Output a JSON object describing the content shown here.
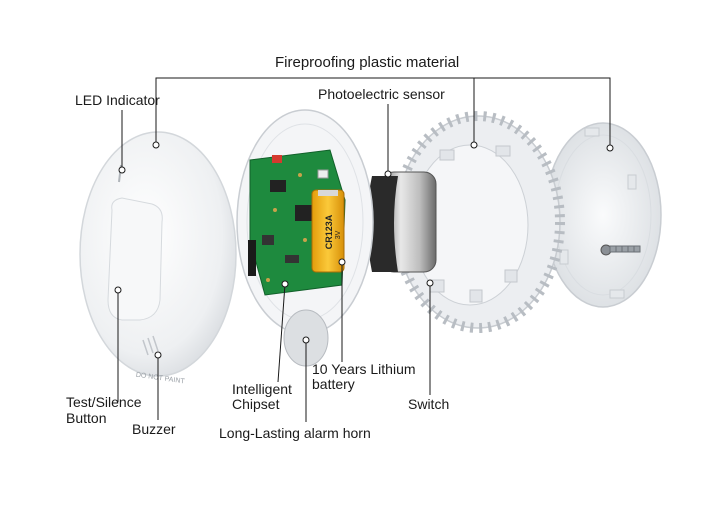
{
  "labels": {
    "fireproofing": "Fireproofing plastic material",
    "led": "LED Indicator",
    "photoelectric": "Photoelectric sensor",
    "test_line1": "Test/Silence",
    "test_line2": "Button",
    "buzzer": "Buzzer",
    "chipset_line1": "Intelligent",
    "chipset_line2": "Chipset",
    "battery_line1": "10 Years Lithium",
    "battery_line2": "battery",
    "switch": "Switch",
    "horn": "Long-Lasting alarm horn"
  },
  "product_text": {
    "do_not_paint": "DO NOT PAINT",
    "battery_model": "CR123A",
    "battery_voltage": "3V"
  },
  "colors": {
    "plastic": "#f2f3f5",
    "pcb": "#1e8a3e",
    "battery": "#f2b417",
    "sensor": "#2a2a2a",
    "leader": "#1a1a1a"
  }
}
